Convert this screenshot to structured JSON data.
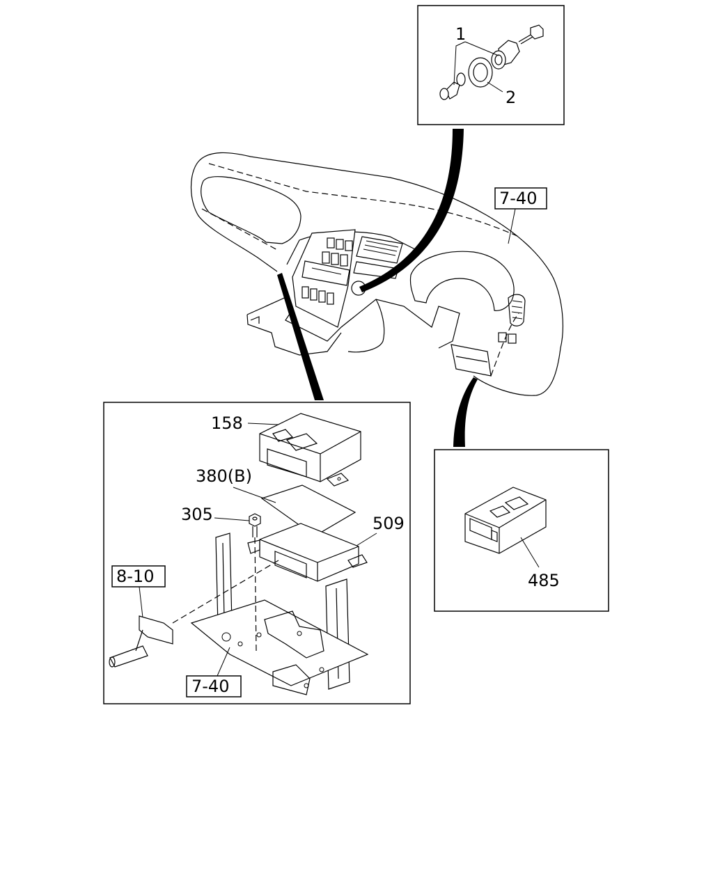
{
  "callouts": {
    "part_1": "1",
    "part_2": "2",
    "part_158": "158",
    "part_380b": "380(B)",
    "part_305": "305",
    "part_509": "509",
    "part_485": "485"
  },
  "references": {
    "ref_dash": "7-40",
    "ref_bracket": "7-40",
    "ref_harness": "8-10"
  }
}
